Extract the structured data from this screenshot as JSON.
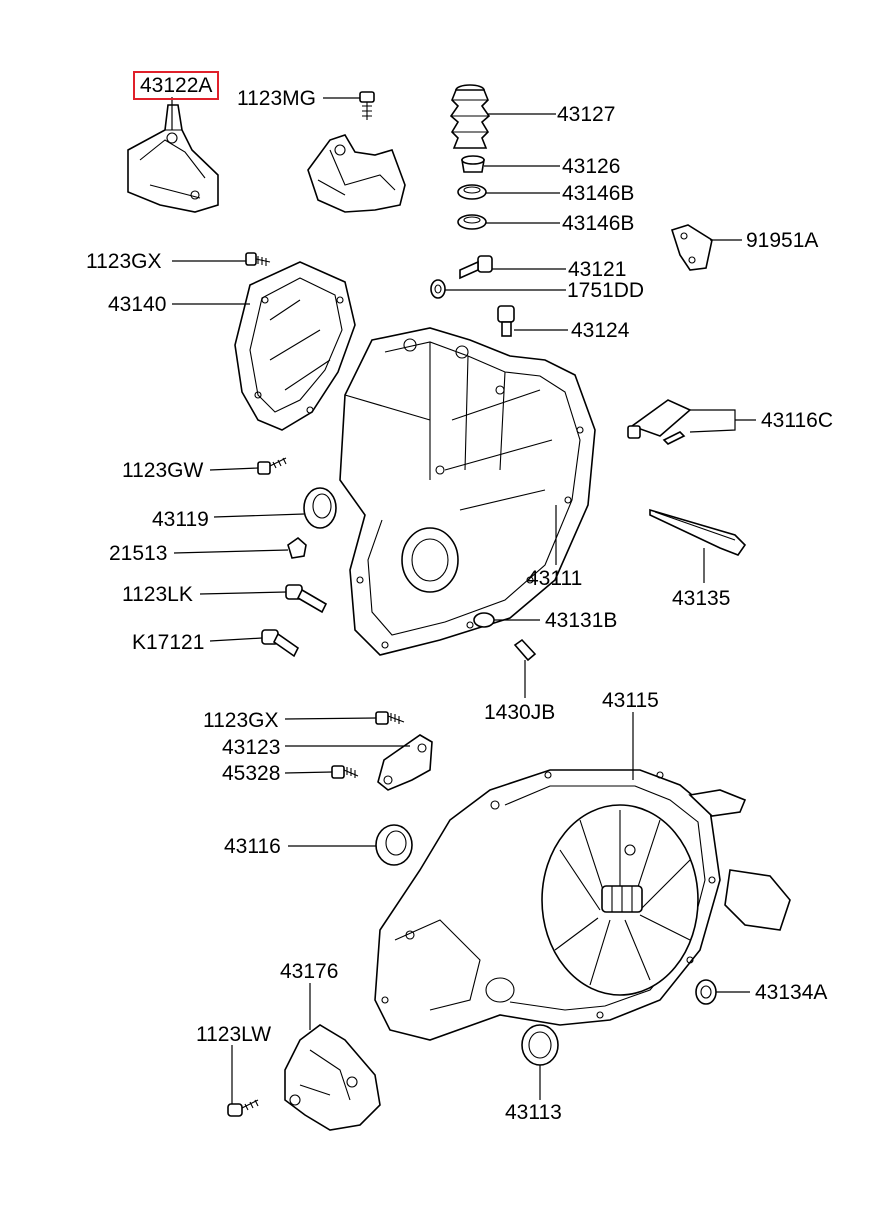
{
  "labels": {
    "l43122A": "43122A",
    "l1123MG": "1123MG",
    "l43127": "43127",
    "l43126": "43126",
    "l43146B_1": "43146B",
    "l43146B_2": "43146B",
    "l91951A": "91951A",
    "l1123GX_1": "1123GX",
    "l43121": "43121",
    "l1751DD": "1751DD",
    "l43140": "43140",
    "l43124": "43124",
    "l43116C": "43116C",
    "l1123GW": "1123GW",
    "l43119": "43119",
    "l21513": "21513",
    "l43111": "43111",
    "l43135": "43135",
    "l1123LK": "1123LK",
    "l43131B": "43131B",
    "lK17121": "K17121",
    "l1430JB": "1430JB",
    "l43115": "43115",
    "l1123GX_2": "1123GX",
    "l43123": "43123",
    "l45328": "45328",
    "l43116": "43116",
    "l43176": "43176",
    "l43134A": "43134A",
    "l1123LW": "1123LW",
    "l43113": "43113"
  },
  "colors": {
    "highlight_border": "#e0202a",
    "line": "#000000",
    "background": "#ffffff"
  }
}
